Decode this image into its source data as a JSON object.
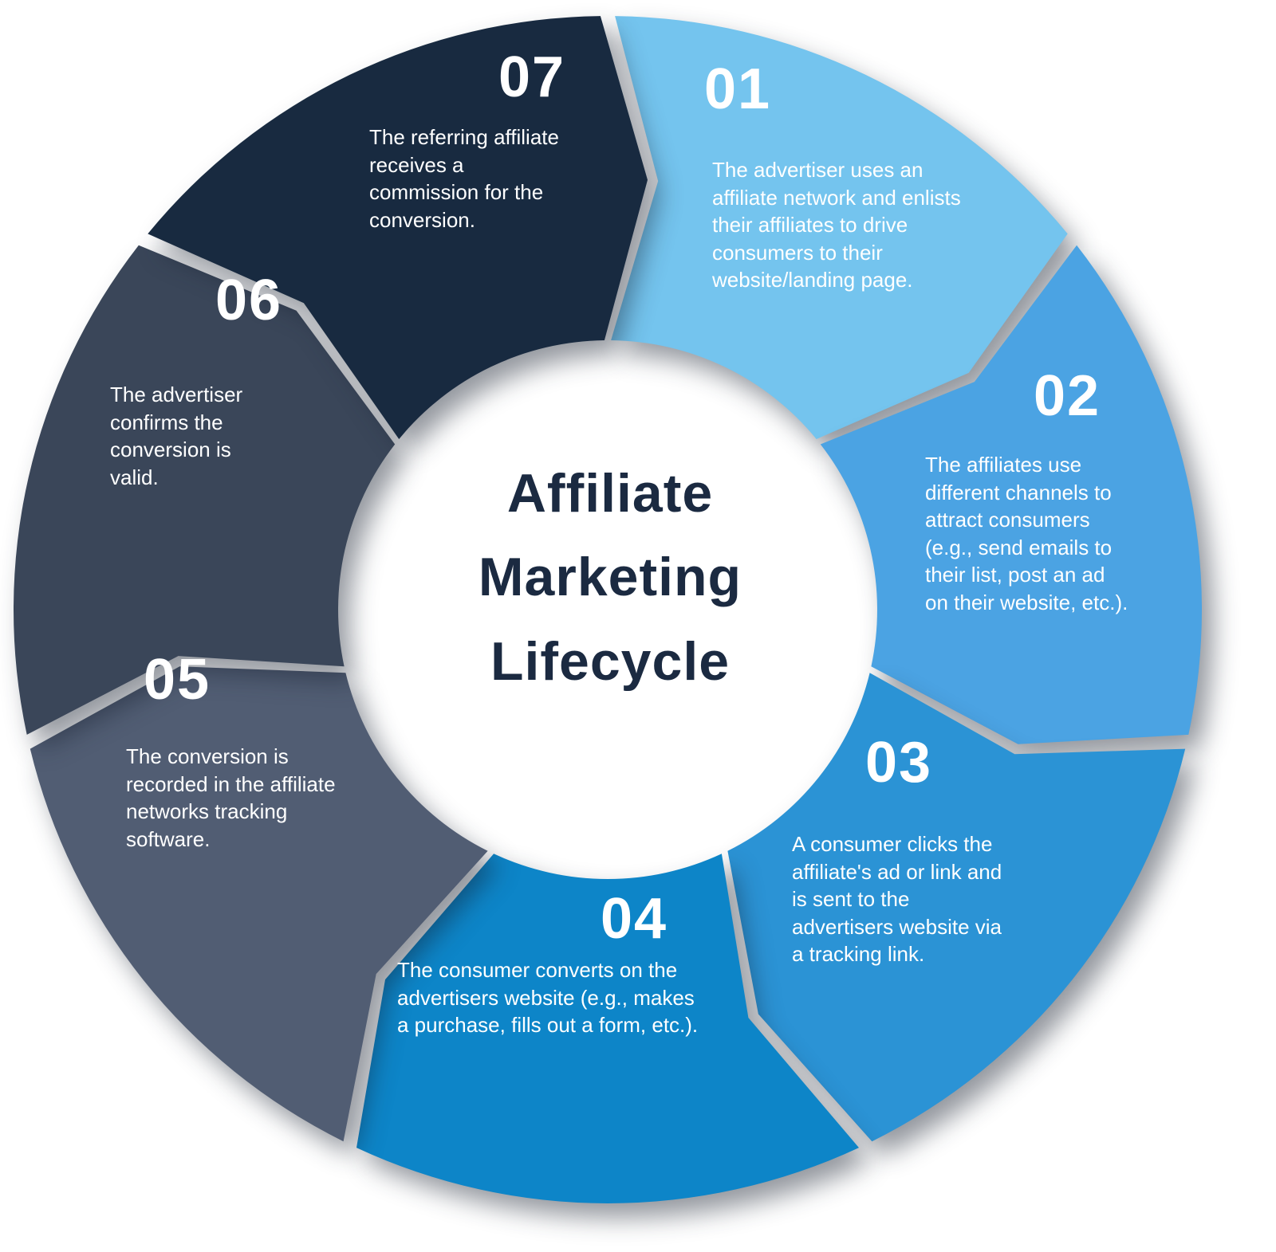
{
  "title": {
    "line1": "Affiliate",
    "line2": "Marketing",
    "line3": "Lifecycle"
  },
  "segments": [
    {
      "number": "01",
      "text": "The advertiser uses an affiliate network and enlists their affiliates to drive consumers to their website/landing page.",
      "color": "#74C4EE"
    },
    {
      "number": "02",
      "text": "The affiliates use different channels to attract consumers (e.g., send emails to their list, post an ad on their website, etc.).",
      "color": "#4BA3E3"
    },
    {
      "number": "03",
      "text": "A consumer clicks the affiliate's ad or link and is sent to the advertisers website via a tracking link.",
      "color": "#2B93D5"
    },
    {
      "number": "04",
      "text": "The consumer converts on the advertisers website (e.g., makes a purchase, fills out a form, etc.).",
      "color": "#0D85C8"
    },
    {
      "number": "05",
      "text": "The conversion is recorded in the affiliate networks tracking software.",
      "color": "#515D73"
    },
    {
      "number": "06",
      "text": "The advertiser confirms the conversion is valid.",
      "color": "#3A4659"
    },
    {
      "number": "07",
      "text": "The referring affiliate receives a commission for the conversion.",
      "color": "#182A40"
    }
  ]
}
